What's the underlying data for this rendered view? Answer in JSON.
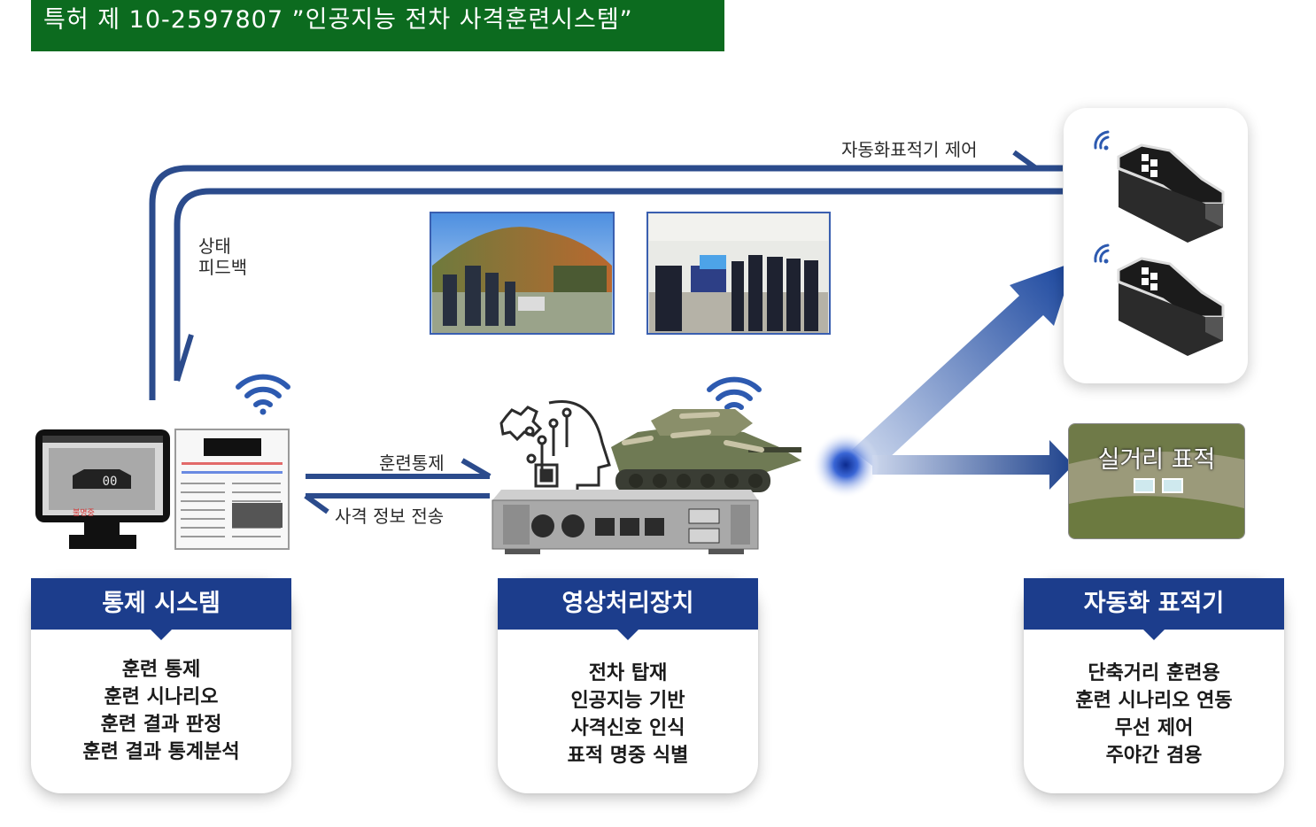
{
  "title": "특허 제 10-2597807 ”인공지능 전차 사격훈련시스템”",
  "arrows": {
    "target_control": "자동화표적기 제어",
    "status_feedback_line1": "상태",
    "status_feedback_line2": "피드백",
    "training_control": "훈련통제",
    "firing_info": "사격 정보 전송"
  },
  "monitor": {
    "score": "00",
    "status": "불명중"
  },
  "range": {
    "label": "실거리 표적"
  },
  "panels": {
    "control": {
      "title": "통제 시스템",
      "lines": [
        "훈련 통제",
        "훈련 시나리오",
        "훈련 결과 판정",
        "훈련 결과 통계분석"
      ]
    },
    "video": {
      "title": "영상처리장치",
      "lines": [
        "전차 탑재",
        "인공지능 기반",
        "사격신호 인식",
        "표적 명중 식별"
      ]
    },
    "target": {
      "title": "자동화 표적기",
      "lines": [
        "단축거리 훈련용",
        "훈련 시나리오 연동",
        "무선 제어",
        "주야간 겸용"
      ]
    }
  },
  "colors": {
    "title_bg": "#0c6b1f",
    "panel_header": "#1c3d8c",
    "arrow": "#2b4b8c",
    "wifi": "#2d5ab0"
  },
  "icons": [
    "wifi-icon",
    "ai-head-icon",
    "tank-image",
    "monitor-icon"
  ]
}
